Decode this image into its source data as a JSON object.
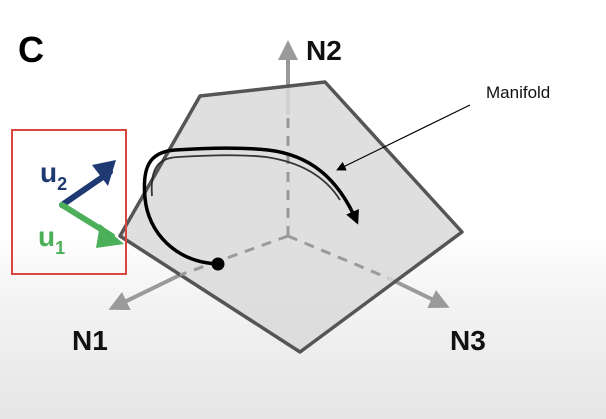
{
  "panel_label": "C",
  "axes": {
    "n1": "N1",
    "n2": "N2",
    "n3": "N3"
  },
  "annotation": "Manifold",
  "vectors": {
    "u2": {
      "base": "u",
      "sub": "2",
      "color": "#1f3a73"
    },
    "u1": {
      "base": "u",
      "sub": "1",
      "color": "#4caf5a"
    }
  },
  "colors": {
    "axis": "#9a9a9a",
    "plane_fill": "#d9d9d9",
    "plane_edge": "#555555",
    "trajectory": "#000000",
    "highlight_box": "#d9463b"
  }
}
